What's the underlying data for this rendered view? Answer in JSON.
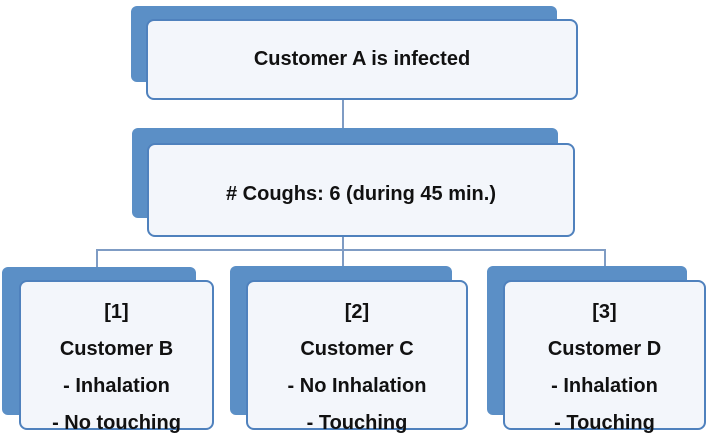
{
  "colors": {
    "shadow": "#5b8fc6",
    "box_fill": "#f3f6fb",
    "box_border": "#4f81bd",
    "connector": "#7f9cc4"
  },
  "root": {
    "text": "Customer A is infected"
  },
  "middle": {
    "text": "# Coughs: 6 (during 45 min.)"
  },
  "leaves": [
    {
      "lines": [
        "[1]",
        "Customer B",
        "- Inhalation",
        "- No touching"
      ]
    },
    {
      "lines": [
        "[2]",
        "Customer C",
        "- No Inhalation",
        "- Touching"
      ]
    },
    {
      "lines": [
        "[3]",
        "Customer D",
        "- Inhalation",
        "- Touching"
      ]
    }
  ]
}
